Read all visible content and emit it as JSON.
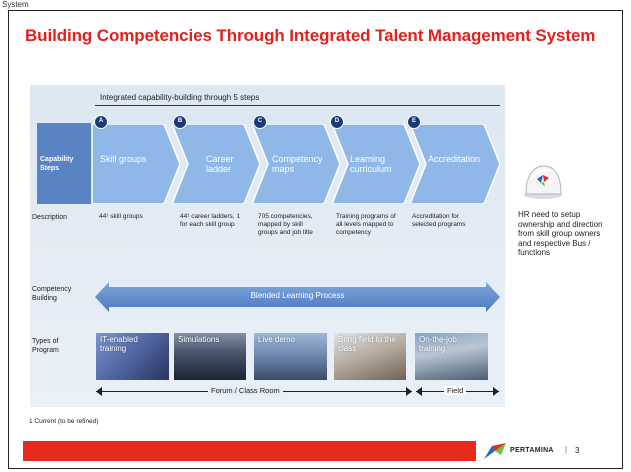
{
  "top_fragment": "System",
  "title": "Building Competencies Through Integrated Talent Management System",
  "intro": "Integrated capability-building through 5 steps",
  "row_labels": {
    "capability": "Capability Steps",
    "description": "Description",
    "competency": "Competency Building",
    "types": "Types of Program"
  },
  "steps": [
    {
      "letter": "A",
      "label": "Skill groups",
      "description": "44¹ skill groups"
    },
    {
      "letter": "B",
      "label": "Career ladder",
      "description": "44¹ career ladders, 1 for each skill group"
    },
    {
      "letter": "C",
      "label": "Competency maps",
      "description": "705 competencies, mapped by skill groups and job title"
    },
    {
      "letter": "D",
      "label": "Learning curriculum",
      "description": "Training programs of all levels mapped to competency"
    },
    {
      "letter": "E",
      "label": "Accreditation",
      "description": "Accreditation for selected programs"
    }
  ],
  "blended": "Blended Learning Process",
  "programs": [
    {
      "label": "IT-enabled training"
    },
    {
      "label": "Simulations"
    },
    {
      "label": "Live demo"
    },
    {
      "label": "Bring field to the class"
    },
    {
      "label": "On-the-job training"
    }
  ],
  "forum": "Forum / Class Room",
  "field": "Field",
  "hr_note": "HR need to setup ownership and direction from skill group owners and respective Bus / functions",
  "footnote": "1 Current (to be refined)",
  "footer": {
    "brand": "PERTAMINA",
    "separator": "|",
    "page": "3"
  },
  "colors": {
    "title_red": "#e0221f",
    "arrow_blue": "#8fb8e8",
    "dark_blue": "#1b3a78",
    "footer_red": "#e62b1e"
  }
}
